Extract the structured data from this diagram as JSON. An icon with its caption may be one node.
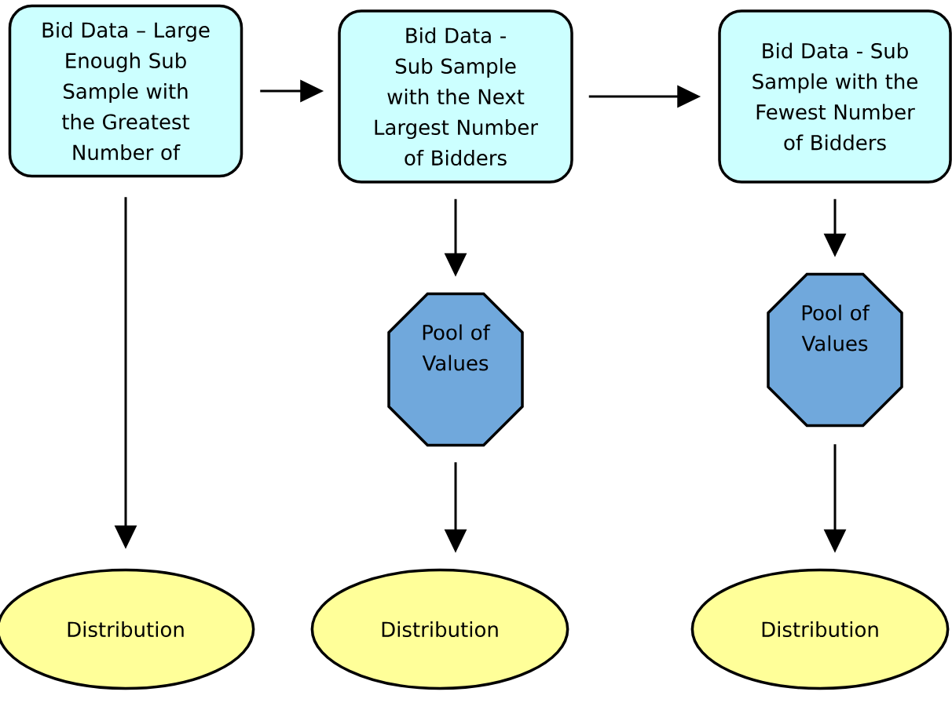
{
  "diagram": {
    "nodes": [
      {
        "text": [
          "Bid Data – Large Enough Sub Sample with the Greatest Number of"
        ]
      },
      {
        "text": [
          "Bid Data - Sub Sample with the Next Largest Number of Bidders"
        ]
      },
      {
        "text": [
          "Bid Data - Sub Sample with the Fewest Number of Bidders"
        ]
      },
      {
        "text": [
          "Pool of Values"
        ]
      },
      {
        "text": [
          "Pool of Values"
        ]
      },
      {
        "text": [
          "Distribution"
        ]
      },
      {
        "text": [
          "Distribution"
        ]
      },
      {
        "text": [
          "Distribution"
        ]
      }
    ],
    "edges": [
      {
        "from": 0,
        "to": 1,
        "arrow": "to"
      },
      {
        "from": 1,
        "to": 2,
        "arrow": "to"
      },
      {
        "from": 0,
        "to": 5,
        "arrow": "to"
      },
      {
        "from": 1,
        "to": 3,
        "arrow": "to"
      },
      {
        "from": 3,
        "to": 6,
        "arrow": "to"
      },
      {
        "from": 2,
        "to": 4,
        "arrow": "to"
      },
      {
        "from": 4,
        "to": 7,
        "arrow": "to"
      }
    ]
  }
}
